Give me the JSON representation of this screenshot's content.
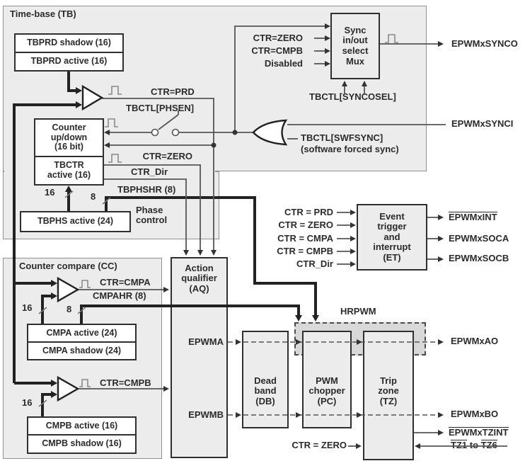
{
  "colors": {
    "container_fill": "#ececec",
    "hrpwm_fill": "#d8d8d8",
    "block_border": "#2f2f2f",
    "thin_line": "#555555",
    "text": "#2b2b2b"
  },
  "sections": {
    "timebase": "Time-base (TB)",
    "counter_compare": "Counter compare (CC)"
  },
  "registers": {
    "tbprd_shadow": "TBPRD shadow (16)",
    "tbprd_active": "TBPRD active (16)",
    "counter": "Counter\nup/down\n(16 bit)",
    "tbctr_active": "TBCTR\nactive (16)",
    "tbphs_active": "TBPHS active (24)",
    "cmpa_active": "CMPA active (24)",
    "cmpa_shadow": "CMPA shadow (24)",
    "cmpb_active": "CMPB active (16)",
    "cmpb_shadow": "CMPB shadow (16)"
  },
  "blocks": {
    "sync_mux": "Sync\nin/out\nselect\nMux",
    "event_trigger": "Event\ntrigger\nand\ninterrupt\n(ET)",
    "action_qualifier": "Action\nqualifier\n(AQ)",
    "dead_band": "Dead\nband\n(DB)",
    "pwm_chopper": "PWM\nchopper\n(PC)",
    "trip_zone": "Trip\nzone\n(TZ)",
    "hrpwm": "HRPWM",
    "phase_control": "Phase\ncontrol"
  },
  "signals": {
    "ctr_prd": "CTR=PRD",
    "tbctl_phsen": "TBCTL[PHSEN]",
    "ctr_zero": "CTR=ZERO",
    "ctr_dir": "CTR_Dir",
    "tbphshr": "TBPHSHR (8)",
    "ctr_cmpa": "CTR=CMPA",
    "cmpahr": "CMPAHR (8)",
    "ctr_cmpb": "CTR=CMPB",
    "mux_ctr_zero": "CTR=ZERO",
    "mux_ctr_cmpb": "CTR=CMPB",
    "mux_disabled": "Disabled",
    "tbctl_syncosel": "TBCTL[SYNCOSEL]",
    "tbctl_swfsync": "TBCTL[SWFSYNC]",
    "swfsync_note": "(software forced sync)",
    "et_ctr_prd": "CTR = PRD",
    "et_ctr_zero": "CTR = ZERO",
    "et_ctr_cmpa": "CTR = CMPA",
    "et_ctr_cmpb": "CTR = CMPB",
    "et_ctr_dir": "CTR_Dir",
    "tz_ctr_zero": "CTR = ZERO",
    "epwma": "EPWMA",
    "epwmb": "EPWMB",
    "width16": "16",
    "width8": "8"
  },
  "outputs": {
    "synco": "EPWMxSYNCO",
    "synci": "EPWMxSYNCI",
    "int": "EPWMxINT",
    "soca": "EPWMxSOCA",
    "socb": "EPWMxSOCB",
    "ao": "EPWMxAO",
    "bo": "EPWMxBO",
    "tzint": "EPWMxTZINT",
    "tz1": "TZ1",
    "tz_to": "to",
    "tz6": "TZ6"
  }
}
